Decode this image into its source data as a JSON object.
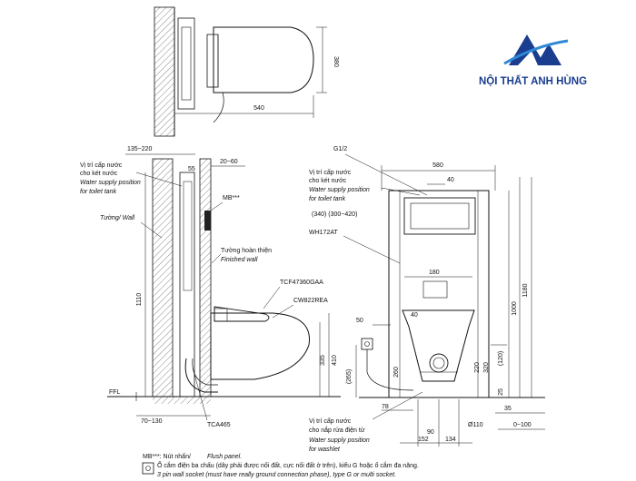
{
  "brand": {
    "name": "NỘI THẤT ANH HÙNG",
    "primary_color": "#1a3d8f",
    "accent_color": "#2e88d6",
    "icon": "mountain-logo-icon"
  },
  "top_view": {
    "dim_width": "540",
    "dim_height": "380"
  },
  "side_view": {
    "dim_top": "135~220",
    "dim_55": "55",
    "dim_20_60": "20~60",
    "water_tank_vi": "Vị trí cấp nước",
    "water_tank_vi2": "cho két nước",
    "water_tank_en": "Water supply position",
    "water_tank_en2": "for toilet tank",
    "wall_label": "Tường/ Wall",
    "mb_label": "MB***",
    "finished_wall_vi": "Tường hoàn thiện",
    "finished_wall_en": "Finished wall",
    "seat_model": "TCF47360GAA",
    "bowl_model": "CW822REA",
    "dim_1110": "1110",
    "dim_335": "335",
    "dim_410": "410",
    "ffl": "FFL",
    "dim_70_130": "70~130",
    "tca_model": "TCA465"
  },
  "front_view": {
    "g12": "G1/2",
    "dim_580": "580",
    "dim_40": "40",
    "water_tank_vi": "Vị trí cấp nước",
    "water_tank_vi2": "cho két nước",
    "water_tank_en": "Water supply position",
    "water_tank_en2": "for toilet tank",
    "dim_340": "(340) (300~420)",
    "frame_model": "WH172AT",
    "dim_180": "180",
    "dim_40b": "40",
    "dim_50": "50",
    "dim_1180": "1180",
    "dim_1000": "1000",
    "dim_260": "260",
    "dim_265": "(265)",
    "dim_120": "(120)",
    "dim_220": "220",
    "dim_320": "320",
    "dim_25": "25",
    "dim_78": "78",
    "dim_35": "35",
    "dim_110": "Ø110",
    "dim_0_100": "0~100",
    "dim_90": "90",
    "dim_152": "152",
    "dim_134": "134",
    "washlet_vi": "Vị trí cấp nước",
    "washlet_vi2": "cho nắp rửa điện tử",
    "washlet_en": "Water supply position",
    "washlet_en2": "for washlet"
  },
  "notes": {
    "mb_note_vi": "MB***: Nút nhấn/",
    "mb_note_en": "Flush panel.",
    "socket_vi": "Ổ cắm điện ba chấu (dây phải được nối đất, cực nối đất ở trên), kiểu G hoặc ổ cắm đa năng.",
    "socket_en": "3 pin wall socket (must have really ground connection phase), type G or multi socket."
  }
}
